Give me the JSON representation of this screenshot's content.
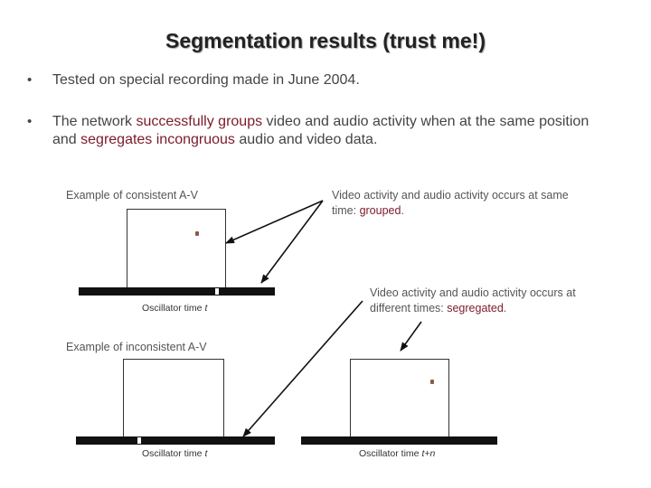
{
  "slide": {
    "title": "Segmentation results (trust me!)",
    "bullets": [
      {
        "marker": "•",
        "parts": [
          "Tested on special recording made in June 2004."
        ]
      },
      {
        "marker": "•",
        "parts": [
          "The network ",
          "successfully groups",
          " video and audio activity when at the same position and ",
          "segregates incongruous",
          " audio and video data."
        ]
      }
    ],
    "example_consistent_label": "Example of consistent A-V",
    "example_inconsistent_label": "Example of inconsistent A-V",
    "caption_grouped": {
      "prefix": "Video activity and audio activity occurs at same time: ",
      "highlight": "grouped",
      "suffix": "."
    },
    "caption_segregated": {
      "prefix": "Video activity and audio activity occurs at different times: ",
      "highlight": "segregated",
      "suffix": "."
    },
    "oscillator_label": "Oscillator time ",
    "oscillator_var_t": "t",
    "oscillator_var_tn": "t+n"
  },
  "colors": {
    "highlight": "#7b1a2a",
    "text": "#444444",
    "bar": "#111111"
  }
}
